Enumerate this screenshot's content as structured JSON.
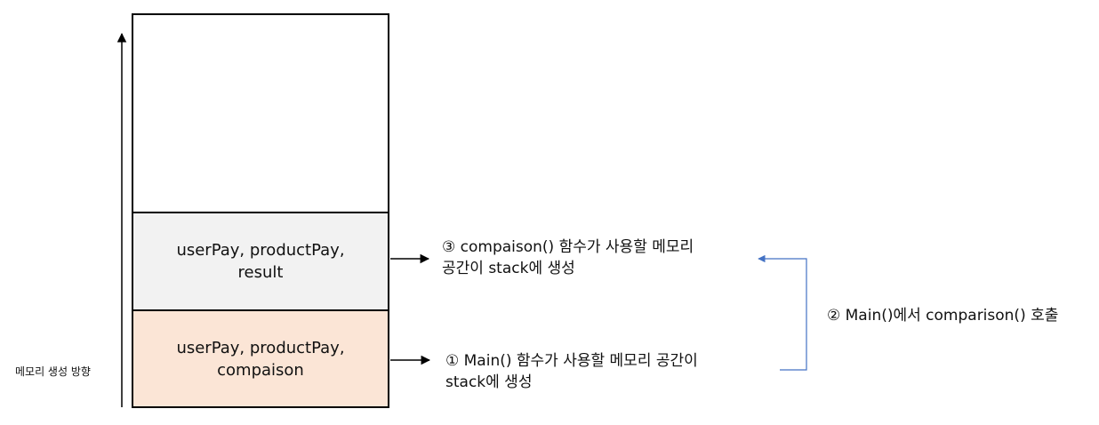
{
  "stack": {
    "top_frame": {
      "line1": "userPay, productPay,",
      "line2": "result"
    },
    "bottom_frame": {
      "line1": "userPay, productPay,",
      "line2": "compaison"
    }
  },
  "descriptions": {
    "step3": {
      "line1": "③ compaison() 함수가 사용할 메모리",
      "line2": "공간이 stack에 생성"
    },
    "step1": {
      "line1": "① Main() 함수가 사용할 메모리 공간이",
      "line2": "stack에 생성"
    },
    "step2": {
      "line1": "② Main()에서 comparison() 호출"
    }
  },
  "axis": {
    "label": "메모리 생성 방향"
  },
  "colors": {
    "top_frame_fill": "#f2f2f2",
    "bottom_frame_fill": "#fbe5d6",
    "call_connector": "#4472c4",
    "border": "#000000"
  }
}
